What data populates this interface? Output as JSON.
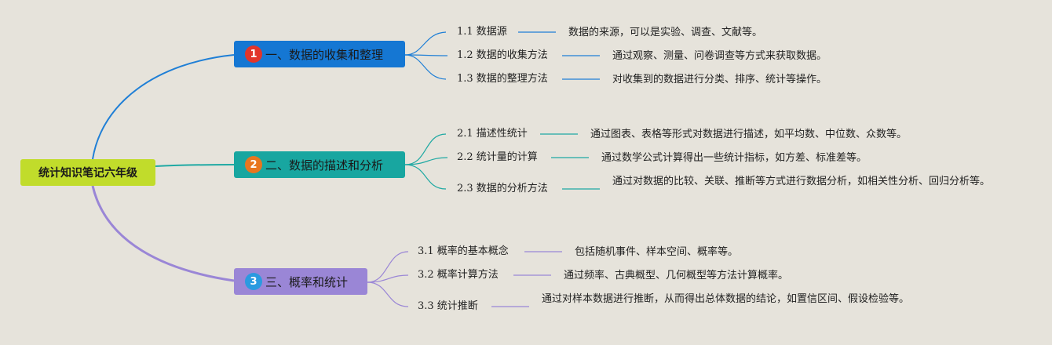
{
  "root": {
    "label": "统计知识笔记六年级",
    "color": "#c1dc2b"
  },
  "branches": [
    {
      "badge": "1",
      "label": "一、数据的收集和整理",
      "color": "#1577d3",
      "badge_color": "#e2352b",
      "line_color": "#1f7fd6",
      "items": [
        {
          "label": "1.1 数据源",
          "desc": "数据的来源，可以是实验、调查、文献等。"
        },
        {
          "label": "1.2 数据的收集方法",
          "desc": "通过观察、测量、问卷调查等方式来获取数据。"
        },
        {
          "label": "1.3 数据的整理方法",
          "desc": "对收集到的数据进行分类、排序、统计等操作。"
        }
      ]
    },
    {
      "badge": "2",
      "label": "二、数据的描述和分析",
      "color": "#18a6a0",
      "badge_color": "#e8761f",
      "line_color": "#1fa9a3",
      "items": [
        {
          "label": "2.1 描述性统计",
          "desc": "通过图表、表格等形式对数据进行描述，如平均数、中位数、众数等。"
        },
        {
          "label": "2.2 统计量的计算",
          "desc": "通过数学公式计算得出一些统计指标，如方差、标准差等。"
        },
        {
          "label": "2.3 数据的分析方法",
          "desc": "通过对数据的比较、关联、推断等方式进行数据分析，如相关性分析、回归分析等。"
        }
      ]
    },
    {
      "badge": "3",
      "label": "三、概率和统计",
      "color": "#9a86d6",
      "badge_color": "#2b9ae0",
      "line_color": "#9a86d6",
      "items": [
        {
          "label": "3.1 概率的基本概念",
          "desc": "包括随机事件、样本空间、概率等。"
        },
        {
          "label": "3.2 概率计算方法",
          "desc": "通过频率、古典概型、几何概型等方法计算概率。"
        },
        {
          "label": "3.3 统计推断",
          "desc": "通过对样本数据进行推断，从而得出总体数据的结论，如置信区间、假设检验等。"
        }
      ]
    }
  ]
}
